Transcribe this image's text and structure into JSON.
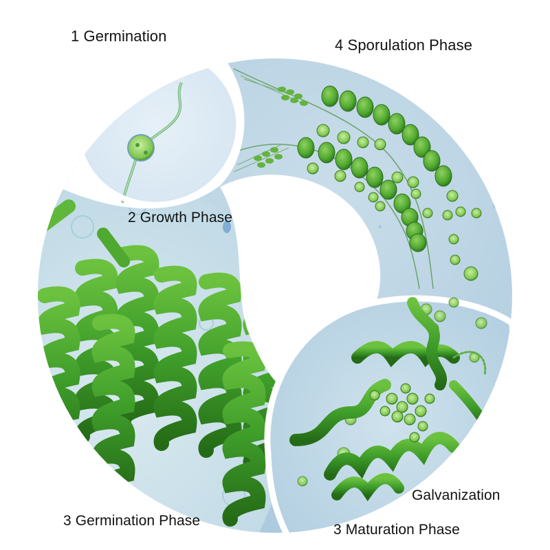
{
  "diagram": {
    "type": "life-cycle-infographic",
    "layout": "circular segmented collage",
    "labels": {
      "germination": "1 Germination",
      "sporulation": "4 Sporulation Phase",
      "growth": "2 Growth Phase",
      "germination_phase": "3 Germination Phase",
      "galvanization": "Galvanization",
      "maturation": "3 Maturation Phase"
    },
    "segments": [
      {
        "id": "germination",
        "label": "1 Germination",
        "depiction": "single germinating spore with two filaments",
        "background": "#dde9f4"
      },
      {
        "id": "sporulation",
        "label": "4 Sporulation Phase",
        "depiction": "chains of green oval spores on filaments",
        "background": "#b8d2e4"
      },
      {
        "id": "growth",
        "label": "2 Growth Phase / 3 Germination Phase",
        "depiction": "dense cluster of green helical filaments",
        "background": "#cfe2ec"
      },
      {
        "id": "maturation",
        "label": "3 Maturation Phase",
        "depiction": "tangled green coiled filament mass with spores",
        "background": "#bcd6e6"
      }
    ],
    "colors": {
      "filament_green": "#3f9e2a",
      "filament_dark": "#2a7a1c",
      "spore_green": "#5fb83a",
      "spore_light": "#9fd67a",
      "ring_blue": "#b8d2e4",
      "pale_blue": "#dde9f4",
      "text": "#111111",
      "separator": "#ffffff"
    }
  }
}
